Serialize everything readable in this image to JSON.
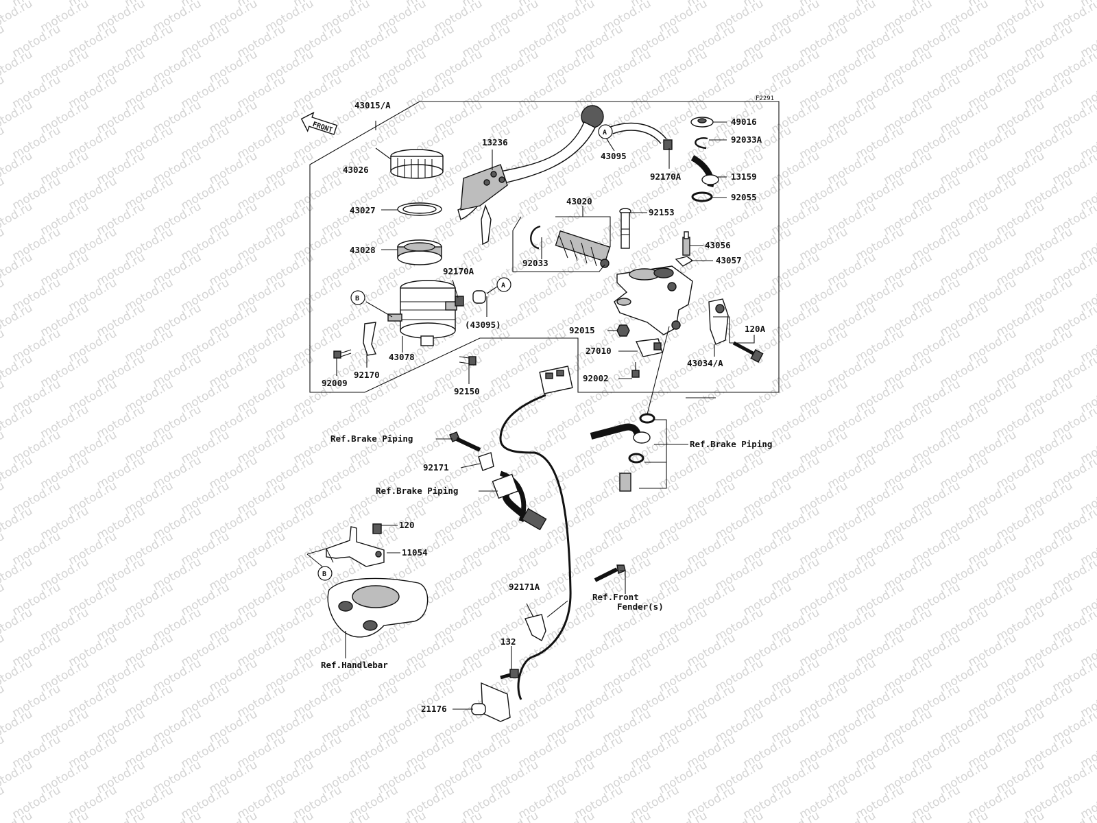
{
  "watermark": "motod.ru",
  "diagram_code": "F2291",
  "front_label": "FRONT",
  "callout_letters": [
    "A",
    "B"
  ],
  "labels": [
    {
      "id": "43015A",
      "text": "43015/A"
    },
    {
      "id": "13236",
      "text": "13236"
    },
    {
      "id": "43026",
      "text": "43026"
    },
    {
      "id": "43027",
      "text": "43027"
    },
    {
      "id": "43028",
      "text": "43028"
    },
    {
      "id": "43020",
      "text": "43020"
    },
    {
      "id": "92033",
      "text": "92033"
    },
    {
      "id": "92170A_a",
      "text": "92170A"
    },
    {
      "id": "43095_p",
      "text": "(43095)"
    },
    {
      "id": "43078",
      "text": "43078"
    },
    {
      "id": "92009",
      "text": "92009"
    },
    {
      "id": "92170",
      "text": "92170"
    },
    {
      "id": "92150",
      "text": "92150"
    },
    {
      "id": "43095",
      "text": "43095"
    },
    {
      "id": "92170A_b",
      "text": "92170A"
    },
    {
      "id": "49016",
      "text": "49016"
    },
    {
      "id": "92033A",
      "text": "92033A"
    },
    {
      "id": "13159",
      "text": "13159"
    },
    {
      "id": "92055",
      "text": "92055"
    },
    {
      "id": "92153",
      "text": "92153"
    },
    {
      "id": "43056",
      "text": "43056"
    },
    {
      "id": "43057",
      "text": "43057"
    },
    {
      "id": "92015",
      "text": "92015"
    },
    {
      "id": "27010",
      "text": "27010"
    },
    {
      "id": "92002",
      "text": "92002"
    },
    {
      "id": "120A",
      "text": "120A"
    },
    {
      "id": "43034A",
      "text": "43034/A"
    },
    {
      "id": "refbrake1",
      "text": "Ref.Brake Piping"
    },
    {
      "id": "refbrake2",
      "text": "Ref.Brake Piping"
    },
    {
      "id": "refbrake3",
      "text": "Ref.Brake Piping"
    },
    {
      "id": "92171",
      "text": "92171"
    },
    {
      "id": "120",
      "text": "120"
    },
    {
      "id": "11054",
      "text": "11054"
    },
    {
      "id": "92171A",
      "text": "92171A"
    },
    {
      "id": "reffender1",
      "text": "Ref.Front"
    },
    {
      "id": "reffender2",
      "text": "Fender(s)"
    },
    {
      "id": "132",
      "text": "132"
    },
    {
      "id": "reflbar",
      "text": "Ref.Handlebar"
    },
    {
      "id": "21176",
      "text": "21176"
    }
  ]
}
